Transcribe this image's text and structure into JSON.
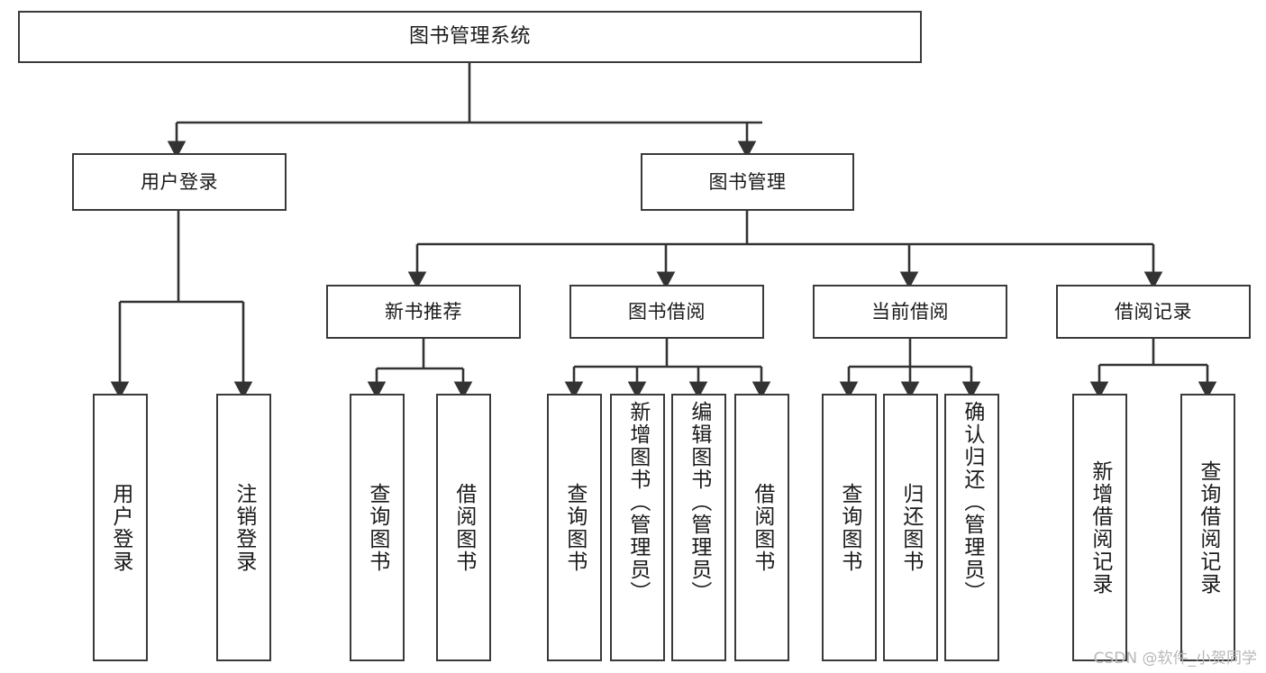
{
  "diagram": {
    "type": "tree-hierarchy-chart",
    "title": "图书管理系统",
    "watermark": "CSDN @软件_小贺同学",
    "colors": {
      "box_border": "#3a3a3a",
      "box_fill": "#ffffff",
      "connector": "#333333",
      "text": "#1a1a1a",
      "watermark": "#b8b8b8",
      "background": "#ffffff"
    },
    "levels": [
      {
        "level": 1,
        "nodes": [
          {
            "id": "root",
            "label": "图书管理系统"
          }
        ]
      },
      {
        "level": 2,
        "nodes": [
          {
            "id": "user-login",
            "label": "用户登录",
            "parent": "root"
          },
          {
            "id": "book-manage",
            "label": "图书管理",
            "parent": "root"
          }
        ]
      },
      {
        "level": 3,
        "nodes": [
          {
            "id": "new-book-recommend",
            "label": "新书推荐",
            "parent": "book-manage"
          },
          {
            "id": "book-borrow",
            "label": "图书借阅",
            "parent": "book-manage"
          },
          {
            "id": "current-borrow",
            "label": "当前借阅",
            "parent": "book-manage"
          },
          {
            "id": "borrow-record",
            "label": "借阅记录",
            "parent": "book-manage"
          }
        ]
      },
      {
        "level": 4,
        "nodes": [
          {
            "id": "leaf-user-login",
            "label": "用户登录",
            "parent": "user-login"
          },
          {
            "id": "leaf-user-logout",
            "label": "注销登录",
            "parent": "user-login"
          },
          {
            "id": "leaf-query-book-1",
            "label": "查询图书",
            "parent": "new-book-recommend"
          },
          {
            "id": "leaf-borrow-book-1",
            "label": "借阅图书",
            "parent": "new-book-recommend"
          },
          {
            "id": "leaf-query-book-2",
            "label": "查询图书",
            "parent": "book-borrow"
          },
          {
            "id": "leaf-add-book",
            "label": "新增图书（管理员）",
            "parent": "book-borrow"
          },
          {
            "id": "leaf-edit-book",
            "label": "编辑图书（管理员）",
            "parent": "book-borrow"
          },
          {
            "id": "leaf-borrow-book-2",
            "label": "借阅图书",
            "parent": "book-borrow"
          },
          {
            "id": "leaf-query-book-3",
            "label": "查询图书",
            "parent": "current-borrow"
          },
          {
            "id": "leaf-return-book",
            "label": "归还图书",
            "parent": "current-borrow"
          },
          {
            "id": "leaf-confirm-return",
            "label": "确认归还（管理员）",
            "parent": "current-borrow"
          },
          {
            "id": "leaf-add-record",
            "label": "新增借阅记录",
            "parent": "borrow-record"
          },
          {
            "id": "leaf-query-record",
            "label": "查询借阅记录",
            "parent": "borrow-record"
          }
        ]
      }
    ]
  }
}
